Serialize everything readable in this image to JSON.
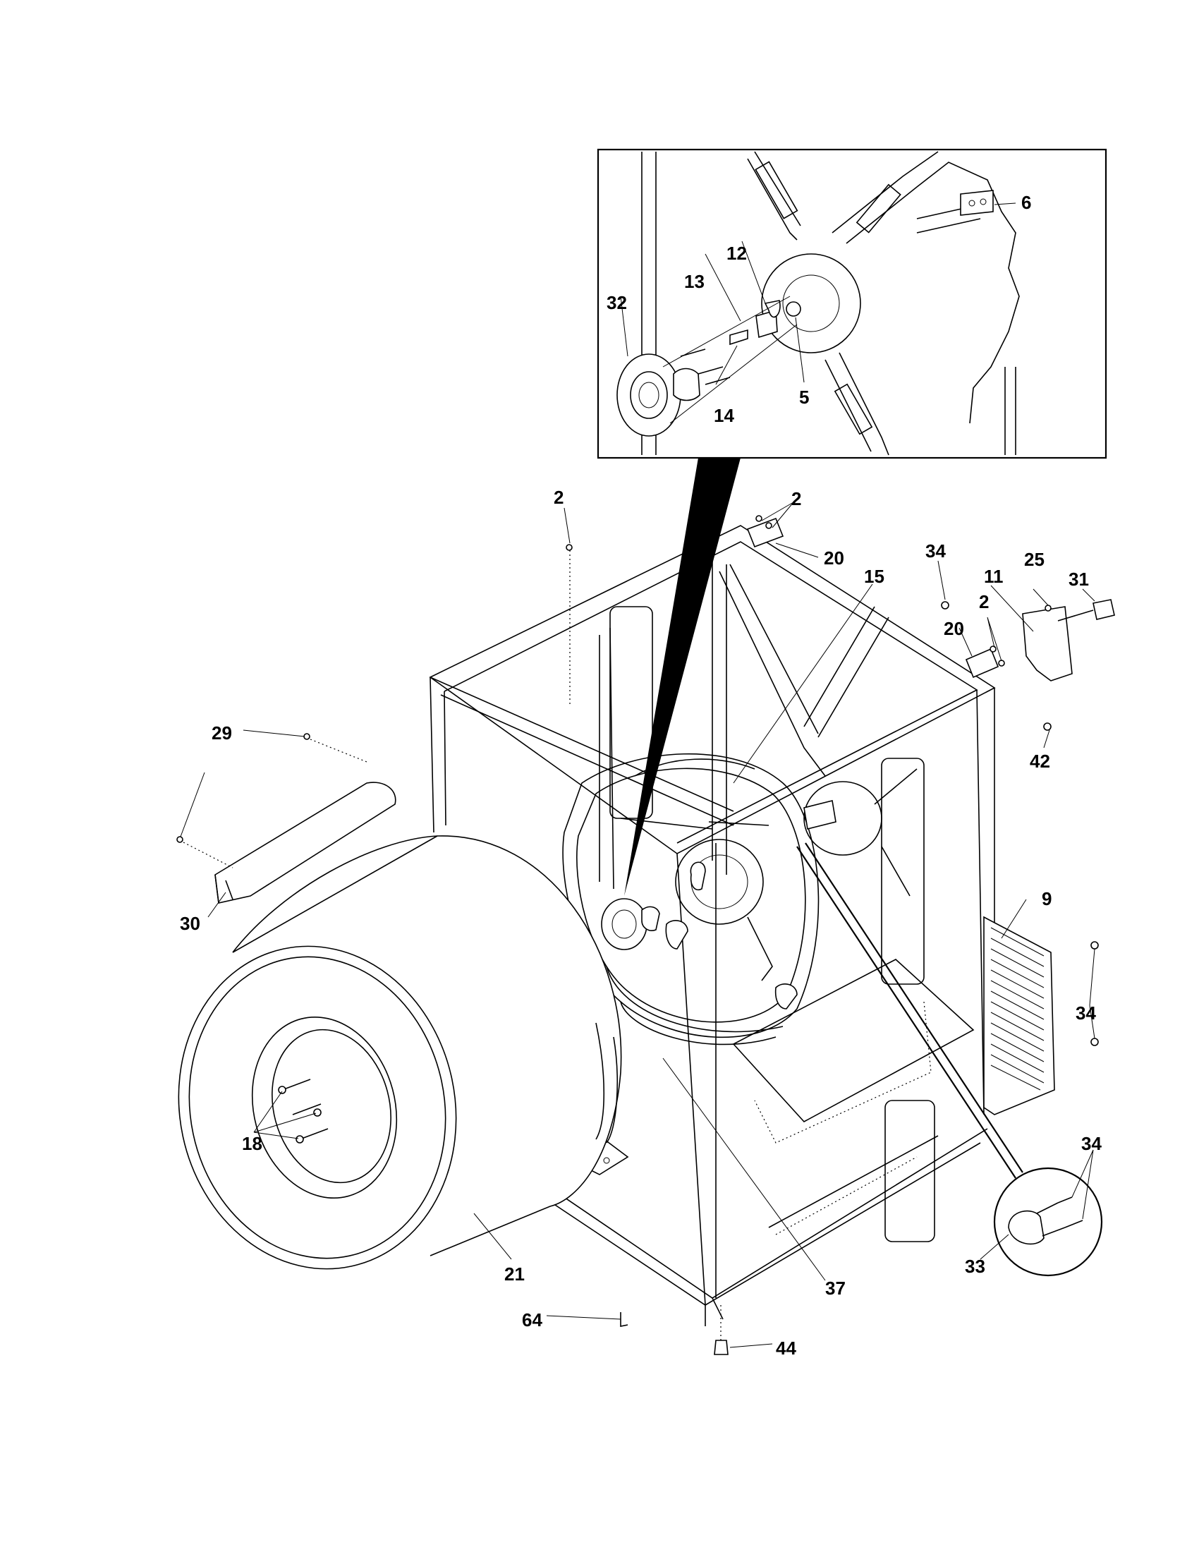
{
  "callouts": {
    "c2a": "2",
    "c2b": "2",
    "c2c": "2",
    "c5": "5",
    "c6": "6",
    "c9": "9",
    "c11": "11",
    "c12": "12",
    "c13": "13",
    "c14": "14",
    "c15": "15",
    "c18": "18",
    "c20a": "20",
    "c20b": "20",
    "c21": "21",
    "c25": "25",
    "c29": "29",
    "c30": "30",
    "c31": "31",
    "c32": "32",
    "c33": "33",
    "c34a": "34",
    "c34b": "34",
    "c34c": "34",
    "c37": "37",
    "c42": "42",
    "c44": "44",
    "c64": "64"
  }
}
